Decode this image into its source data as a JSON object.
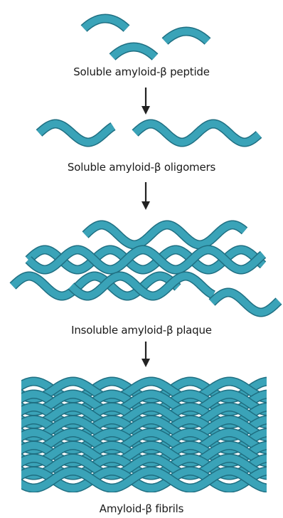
{
  "colors": {
    "strand_fill": "#3aa3b8",
    "strand_stroke": "#1f6f82",
    "arrow": "#222222",
    "text": "#1a1a1a"
  },
  "stages": [
    {
      "id": "peptide",
      "label": "Soluble amyloid-β peptide"
    },
    {
      "id": "oligomers",
      "label": "Soluble amyloid-β oligomers"
    },
    {
      "id": "plaque",
      "label": "Insoluble amyloid-β plaque"
    },
    {
      "id": "fibrils",
      "label": "Amyloid-β fibrils"
    }
  ]
}
